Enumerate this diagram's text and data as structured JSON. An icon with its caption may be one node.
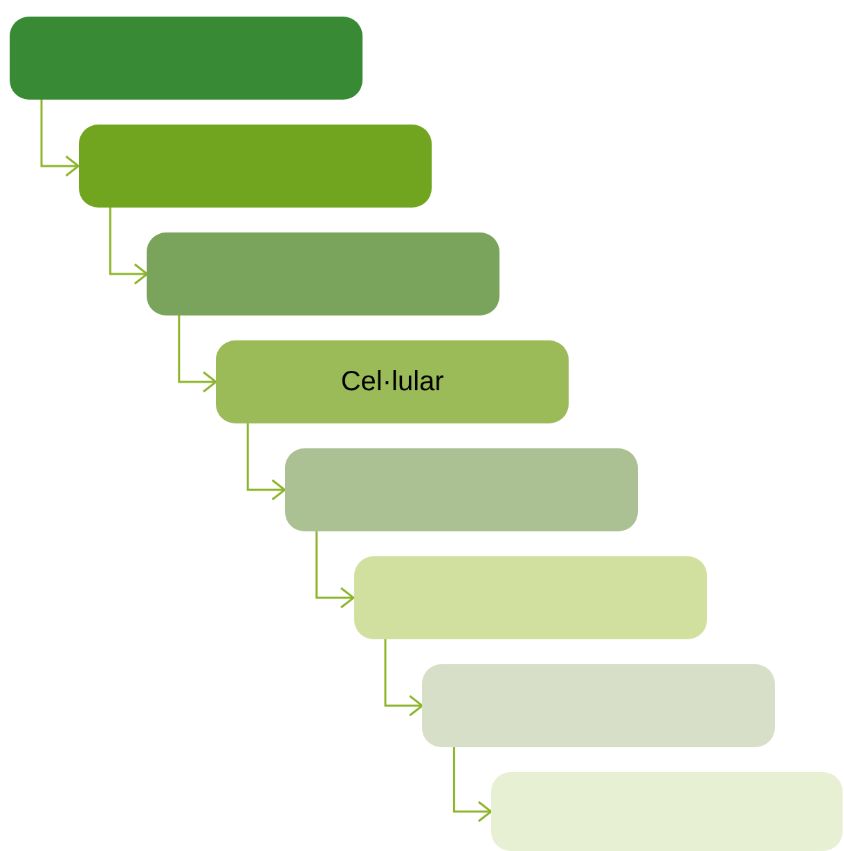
{
  "diagram": {
    "nodes": [
      {
        "text": [],
        "shape": "box"
      },
      {
        "text": [],
        "shape": "box"
      },
      {
        "text": [],
        "shape": "box"
      },
      {
        "text": [
          "Cel·lular"
        ]
      },
      {
        "text": [],
        "shape": "box"
      },
      {
        "text": [],
        "shape": "box"
      },
      {
        "text": [],
        "shape": "box"
      },
      {
        "text": [],
        "shape": "box"
      }
    ],
    "edges": [
      {
        "from": 0,
        "to": 1,
        "arrow": "to"
      },
      {
        "from": 1,
        "to": 2,
        "arrow": "to"
      },
      {
        "from": 2,
        "to": 3,
        "arrow": "to"
      },
      {
        "from": 3,
        "to": 4,
        "arrow": "to"
      },
      {
        "from": 4,
        "to": 5,
        "arrow": "to"
      },
      {
        "from": 5,
        "to": 6,
        "arrow": "to"
      },
      {
        "from": 6,
        "to": 7,
        "arrow": "to"
      }
    ]
  }
}
